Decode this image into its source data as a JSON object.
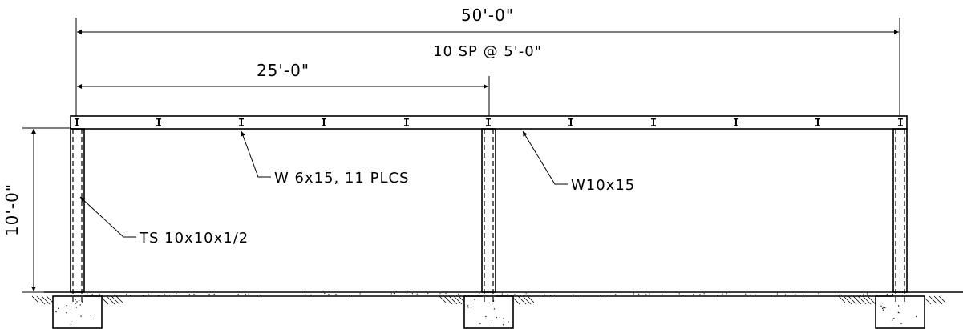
{
  "dimensions": {
    "overall_span": "50'-0\"",
    "spacing": "10 SP @ 5'-0\"",
    "half_span": "25'-0\"",
    "height": "10'-0\""
  },
  "callouts": {
    "joists": "W 6x15, 11 PLCS",
    "beam": "W10x15",
    "column": "TS 10x10x1/2"
  },
  "joist_symbol": "I",
  "colors": {
    "line": "#000000",
    "background": "#ffffff"
  }
}
